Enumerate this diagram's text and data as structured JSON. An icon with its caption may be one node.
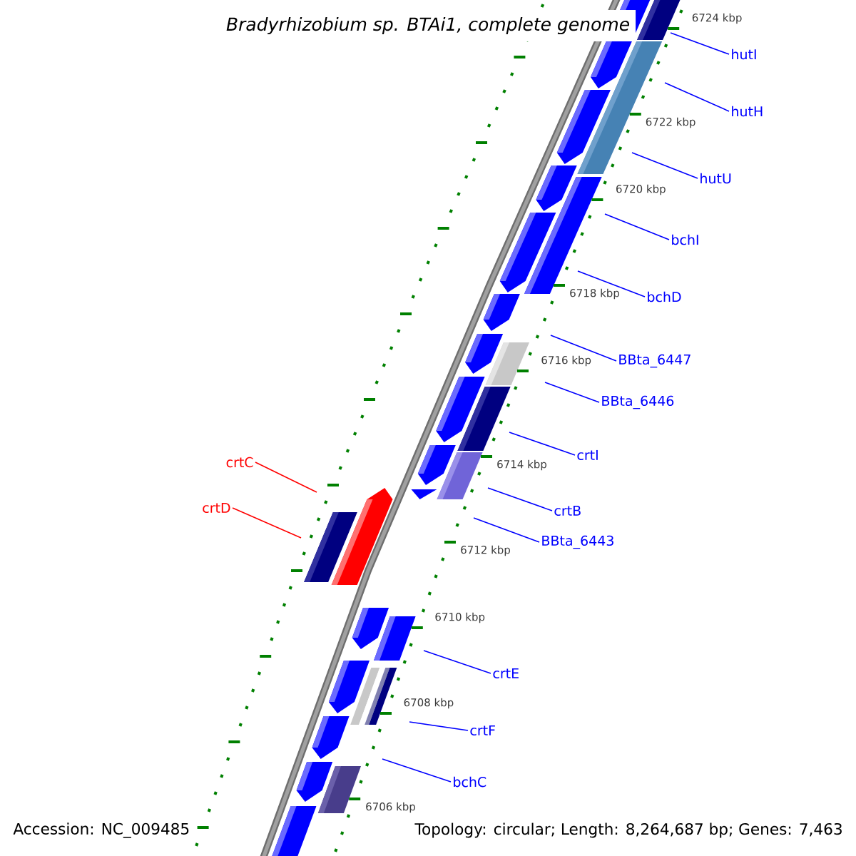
{
  "diagram": {
    "title": "*Bradyrhizobium sp.* *BTAi1, complete genome*",
    "nodes": [
      {
        "text": [
          "hutI"
        ]
      },
      {
        "text": [
          "hutH"
        ]
      },
      {
        "text": [
          "hutU"
        ]
      },
      {
        "text": [
          "bchI"
        ]
      },
      {
        "text": [
          "bchD"
        ]
      },
      {
        "text": [
          "BBta_6447"
        ]
      },
      {
        "text": [
          "BBta_6446"
        ]
      },
      {
        "text": [
          "crtI"
        ]
      },
      {
        "text": [
          "crtC"
        ]
      },
      {
        "text": [
          "crtD"
        ]
      },
      {
        "text": [
          "crtB"
        ]
      },
      {
        "text": [
          "BBta_6443"
        ]
      },
      {
        "text": [
          "crtE"
        ]
      },
      {
        "text": [
          "crtF"
        ]
      },
      {
        "text": [
          "bchC"
        ]
      }
    ],
    "edges": [
      {
        "from": 0,
        "to": null,
        "arrow": "none"
      },
      {
        "from": 1,
        "to": null,
        "arrow": "none"
      },
      {
        "from": 2,
        "to": null,
        "arrow": "none"
      },
      {
        "from": 3,
        "to": null,
        "arrow": "none"
      },
      {
        "from": 4,
        "to": null,
        "arrow": "none"
      },
      {
        "from": 5,
        "to": null,
        "arrow": "none"
      },
      {
        "from": 6,
        "to": null,
        "arrow": "none"
      },
      {
        "from": 7,
        "to": null,
        "arrow": "none"
      },
      {
        "from": 8,
        "to": null,
        "arrow": "none",
        "color": "#ff0000"
      },
      {
        "from": 9,
        "to": null,
        "arrow": "none",
        "color": "#ff0000"
      },
      {
        "from": 10,
        "to": null,
        "arrow": "none"
      },
      {
        "from": 11,
        "to": null,
        "arrow": "none"
      },
      {
        "from": 12,
        "to": null,
        "arrow": "none"
      },
      {
        "from": 13,
        "to": null,
        "arrow": "none"
      },
      {
        "from": 14,
        "to": null,
        "arrow": "none"
      }
    ],
    "labels": [
      "6724 kbp",
      "6722 kbp",
      "6720 kbp",
      "6718 kbp",
      "6716 kbp",
      "6714 kbp",
      "6712 kbp",
      "6710 kbp",
      "6708 kbp",
      "6706 kbp",
      "Accession: NC_009485",
      "Topology: circular; Length: 8,264,687 bp; Genes: 7,463"
    ]
  }
}
